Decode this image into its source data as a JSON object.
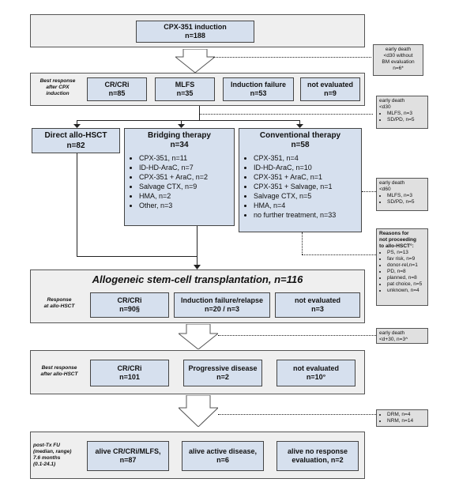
{
  "induction": {
    "title": "CPX-351 induction",
    "n": "n=188"
  },
  "early_death_1": {
    "lines": [
      "early death",
      "<d30 without",
      "BM evaluation",
      "n=6*"
    ]
  },
  "best_response_cpx": {
    "label": [
      "Best response",
      "after CPX",
      "induction"
    ],
    "boxes": [
      {
        "title": "CR/CRi",
        "n": "n=85"
      },
      {
        "title": "MLFS",
        "n": "n=35"
      },
      {
        "title": "Induction failure",
        "n": "n=53"
      },
      {
        "title": "not evaluated",
        "n": "n=9"
      }
    ]
  },
  "early_death_2": {
    "lines": [
      "early death",
      "<d30"
    ],
    "items": [
      "MLFS, n=3",
      "SD/PD, n=5"
    ]
  },
  "direct": {
    "title": "Direct allo-HSCT",
    "n": "n=82"
  },
  "bridging": {
    "title": "Bridging therapy",
    "n": "n=34",
    "items": [
      "CPX-351, n=11",
      "ID-HD-AraC, n=7",
      "CPX-351 + AraC, n=2",
      "Salvage CTX, n=9",
      "HMA, n=2",
      "Other, n=3"
    ]
  },
  "conventional": {
    "title": "Conventional therapy",
    "n": "n=58",
    "items": [
      "CPX-351, n=4",
      "ID-HD-AraC, n=10",
      "CPX-351 + AraC, n=1",
      "CPX-351 + Salvage, n=1",
      "Salvage CTX, n=5",
      "HMA, n=4",
      "no further treatment, n=33"
    ]
  },
  "early_death_3": {
    "lines": [
      "early death",
      "<d60"
    ],
    "items": [
      "MLFS, n=3",
      "SD/PD, n=5"
    ]
  },
  "reasons": {
    "title": [
      "Reasons for",
      "not proceeding",
      "to allo-HSCT°:"
    ],
    "items": [
      "PS, n=13",
      "fav risk, n=9",
      "donor-rel,n=1",
      "PD, n=8",
      "planned, n=8",
      "pat choice, n=5",
      "unknown, n=4"
    ]
  },
  "allo": {
    "title": "Allogeneic stem-cell transplantation, n=116"
  },
  "response_allo": {
    "label": [
      "Response",
      "at allo-HSCT"
    ],
    "boxes": [
      {
        "title": "CR/CRi",
        "n": "n=90§"
      },
      {
        "title": "Induction failure/relapse",
        "n": "n=20 / n=3"
      },
      {
        "title": "not evaluated",
        "n": "n=3"
      }
    ]
  },
  "early_death_4": {
    "lines": [
      "early death",
      "<d+30, n=3^"
    ]
  },
  "best_response_allo": {
    "label": [
      "Best response",
      "after allo-HSCT"
    ],
    "boxes": [
      {
        "title": "CR/CRi",
        "n": "n=101"
      },
      {
        "title": "Progressive disease",
        "n": "n=2"
      },
      {
        "title": "not evaluated",
        "n": "n=10°"
      }
    ]
  },
  "drm": {
    "items": [
      "DRM, n=4",
      "NRM, n=14"
    ]
  },
  "post_tx": {
    "label": [
      "post-Tx FU",
      "(median, range)",
      "7.6 months",
      "(0.1-24.1)"
    ],
    "boxes": [
      {
        "title": "alive CR/CRi/MLFS,",
        "n": "n=87"
      },
      {
        "title": "alive active disease,",
        "n": "n=6"
      },
      {
        "title": "alive no response",
        "n": "evaluation, n=2"
      }
    ]
  }
}
